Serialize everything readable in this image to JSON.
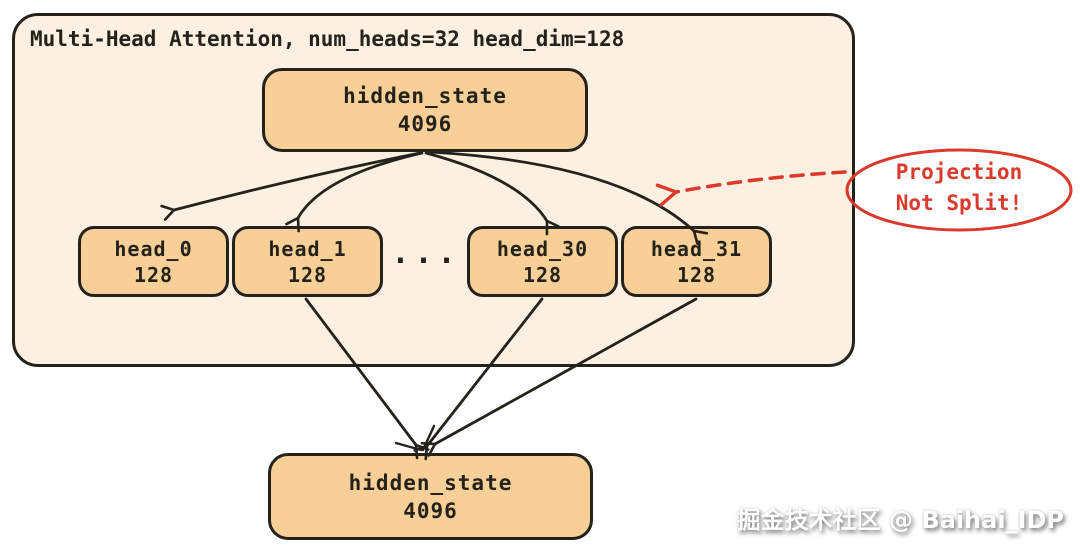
{
  "diagram": {
    "title": "Multi-Head Attention, num_heads=32 head_dim=128",
    "top_box": {
      "label": "hidden_state",
      "dim": "4096"
    },
    "heads": [
      {
        "label": "head_0",
        "dim": "128"
      },
      {
        "label": "head_1",
        "dim": "128"
      },
      {
        "label": "head_30",
        "dim": "128"
      },
      {
        "label": "head_31",
        "dim": "128"
      }
    ],
    "ellipsis": "...",
    "annotation": {
      "line1": "Projection",
      "line2": "Not Split!"
    },
    "bottom_box": {
      "label": "hidden_state",
      "dim": "4096"
    },
    "watermark": "掘金技术社区 @ Baihai_IDP",
    "colors": {
      "container_fill": "#fbf0e1",
      "box_fill": "#f7cf97",
      "stroke": "#25221c",
      "annotation_red": "#d93a2c"
    }
  }
}
